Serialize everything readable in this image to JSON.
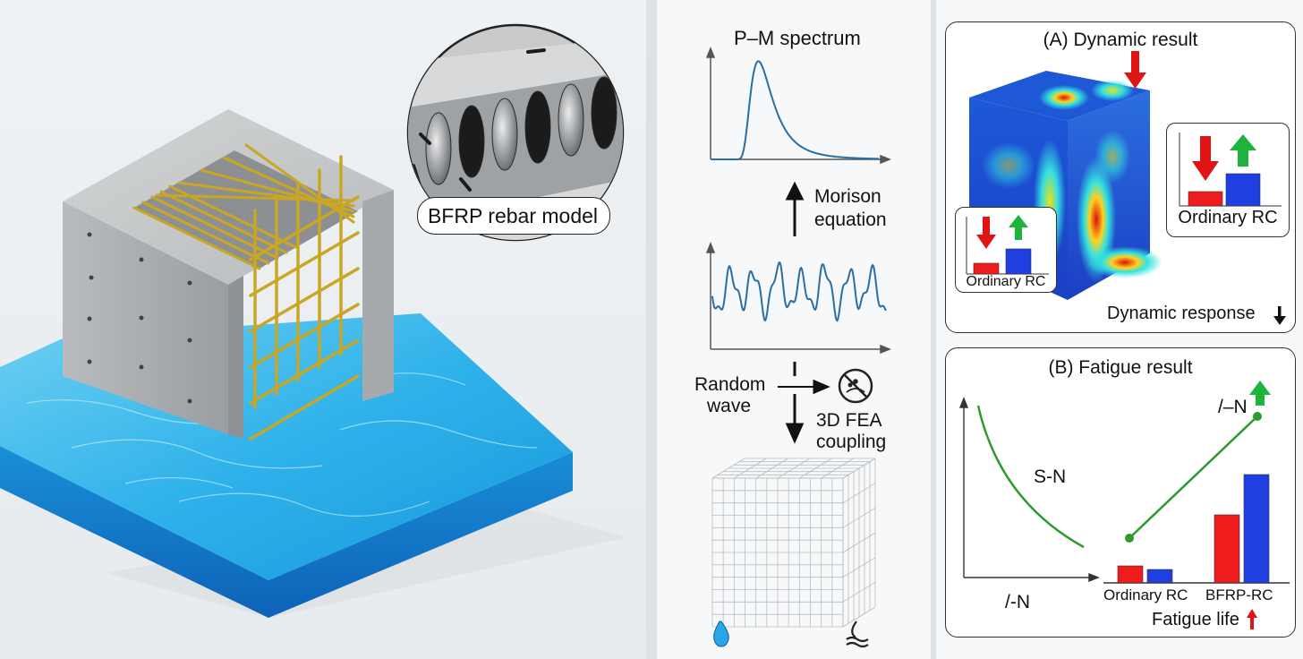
{
  "left": {
    "callout_label": "BFRP rebar model"
  },
  "middle": {
    "spectrum_title": "P–M spectrum",
    "morison_line1": "Morison",
    "morison_line2": "equation",
    "random_line1": "Random",
    "random_line2": "wave",
    "fea_line1": "3D FEA",
    "fea_line2": "coupling",
    "icons": [
      "no-corrosion-icon",
      "water-drop-icon",
      "wave-icon"
    ]
  },
  "panel_a": {
    "title": "(A) Dynamic result",
    "inset_small_label": "Ordinary RC",
    "inset_large_label": "Ordinary RC",
    "footer": "Dynamic response"
  },
  "panel_b": {
    "title": "(B) Fatigue result",
    "sn_label": "S-N",
    "xlabel": "/-N",
    "right_label": "/–N",
    "bar_categories": [
      "Ordinary RC",
      "BFRP-RC"
    ],
    "footer": "Fatigue life"
  },
  "colors": {
    "up": "#1eb33a",
    "down": "#e01414",
    "red_bar": "#ee1c1c",
    "blue_bar": "#1f3fe0",
    "curve_blue": "#2a6ea5",
    "curve_green": "#2e9a2e",
    "water": "#1a9ee0",
    "rebar": "#c9a623"
  }
}
